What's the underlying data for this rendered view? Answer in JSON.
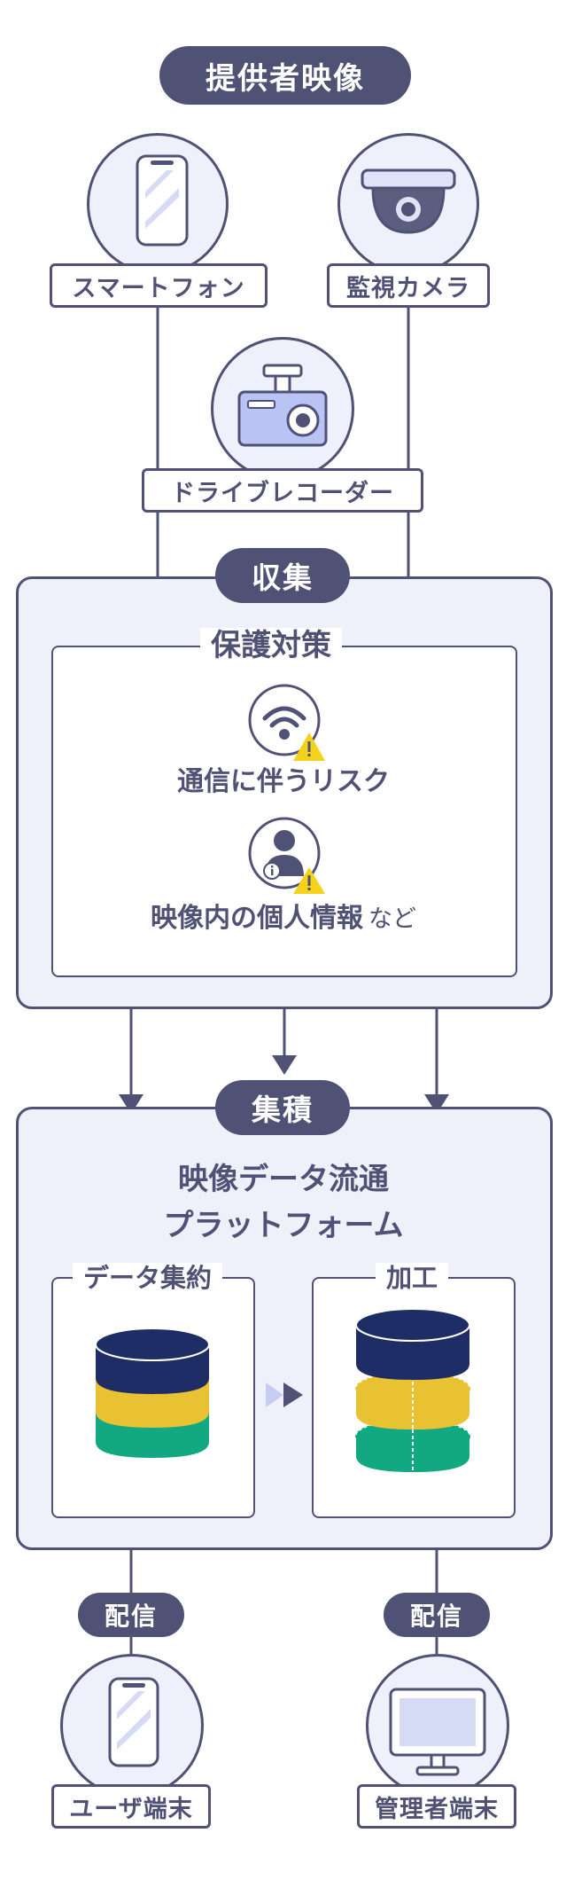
{
  "header": {
    "title": "提供者映像"
  },
  "sources": {
    "smartphone": "スマートフォン",
    "camera": "監視カメラ",
    "dashcam": "ドライブレコーダー"
  },
  "collect": {
    "badge": "収集",
    "protection_title": "保護対策",
    "risk1": "通信に伴うリスク",
    "risk2_bold": "映像内の個人情報",
    "risk2_suffix": "など"
  },
  "accumulate": {
    "badge": "集積",
    "platform_line1": "映像データ流通",
    "platform_line2": "プラットフォーム",
    "aggregate_title": "データ集約",
    "process_title": "加工"
  },
  "delivery": {
    "left_badge": "配信",
    "right_badge": "配信",
    "user_terminal": "ユーザ端末",
    "admin_terminal": "管理者端末"
  },
  "colors": {
    "primary": "#4f5175",
    "panel_bg": "#eff1fa",
    "db_navy": "#1f2d66",
    "db_yellow": "#e9c233",
    "db_green": "#12a882",
    "warning": "#f5d21a"
  }
}
